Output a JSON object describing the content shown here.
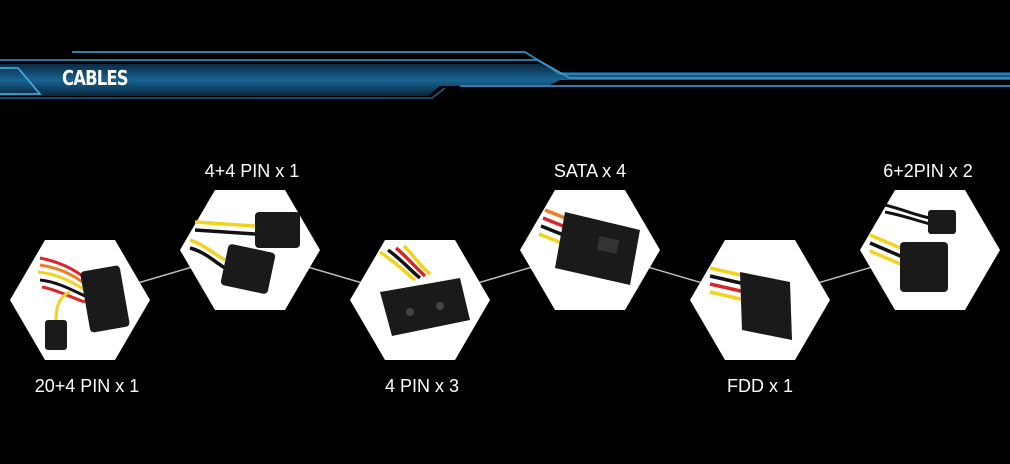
{
  "header": {
    "title": "CABLES",
    "accent_color": "#1e90c8",
    "line_color": "#2a7fb0"
  },
  "cables": [
    {
      "label": "20+4 PIN x 1",
      "icon": "atx-24pin-connector-icon"
    },
    {
      "label": "4+4 PIN x 1",
      "icon": "eps-8pin-connector-icon"
    },
    {
      "label": "4 PIN x 3",
      "icon": "molex-4pin-connector-icon"
    },
    {
      "label": "SATA x 4",
      "icon": "sata-power-connector-icon"
    },
    {
      "label": "FDD x 1",
      "icon": "fdd-floppy-connector-icon"
    },
    {
      "label": "6+2PIN x 2",
      "icon": "pcie-8pin-connector-icon"
    }
  ],
  "colors": {
    "background": "#000000",
    "hexagon_fill": "#ffffff",
    "connector_line": "#bbbbbb",
    "wire_yellow": "#f2d21b",
    "wire_red": "#d8262a",
    "wire_orange": "#ef7d22",
    "wire_black": "#111111",
    "connector_body": "#1a1a1a"
  }
}
